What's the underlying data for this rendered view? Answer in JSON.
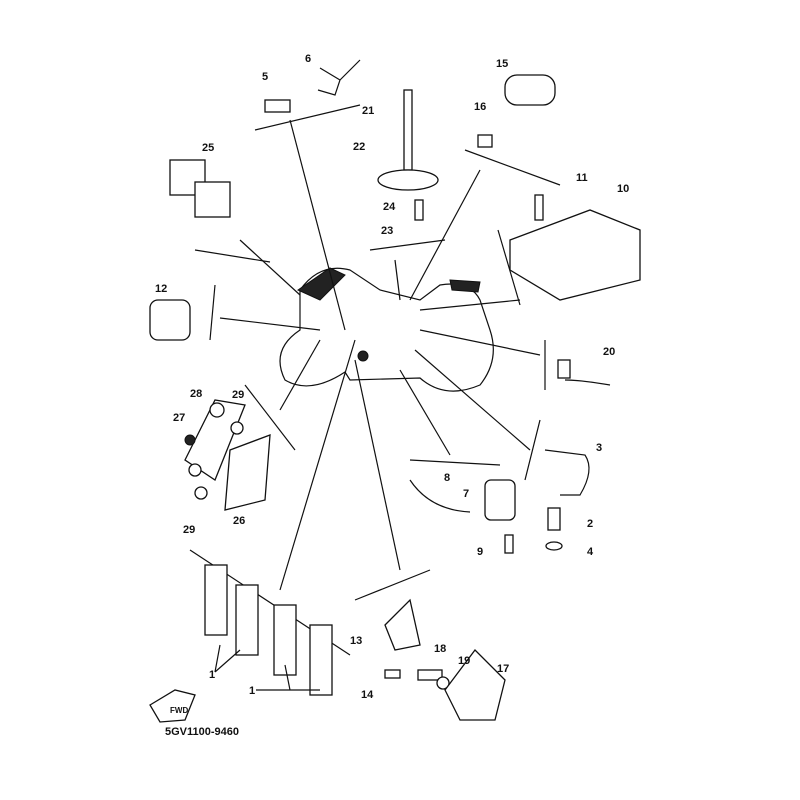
{
  "diagram": {
    "code": "5GV1100-9460",
    "fwd_label": "FWD",
    "callouts": [
      "5",
      "6",
      "21",
      "22",
      "24",
      "23",
      "15",
      "16",
      "11",
      "10",
      "25",
      "12",
      "20",
      "28",
      "29",
      "27",
      "29",
      "26",
      "3",
      "8",
      "7",
      "2",
      "9",
      "4",
      "13",
      "18",
      "19",
      "17",
      "14",
      "1",
      "1"
    ]
  }
}
